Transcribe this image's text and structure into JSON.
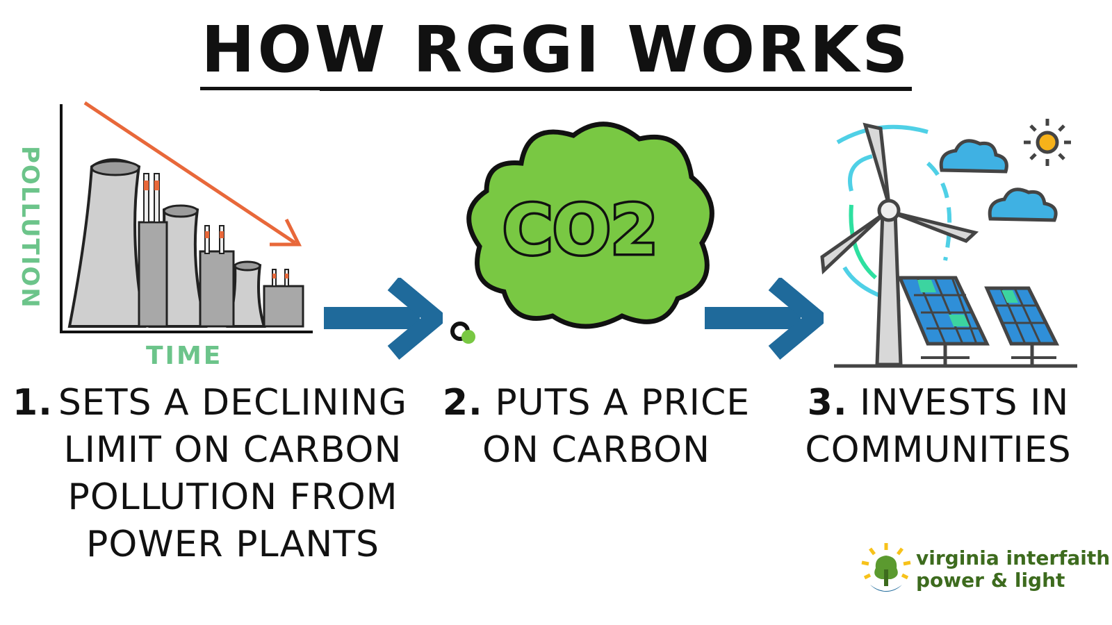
{
  "title": "HOW RGGI WORKS",
  "steps": [
    {
      "number": "1.",
      "text": "SETS A DECLINING LIMIT ON CARBON POLLUTION FROM POWER PLANTS"
    },
    {
      "number": "2.",
      "text": "PUTS A PRICE ON CARBON"
    },
    {
      "number": "3.",
      "text": "INVESTS IN COMMUNITIES"
    }
  ],
  "graphic1": {
    "y_label": "POLLUTION",
    "x_label": "TIME"
  },
  "graphic2": {
    "cloud_text": "CO2"
  },
  "logo": {
    "line1": "virginia interfaith",
    "line2": "power & light"
  },
  "colors": {
    "arrow": "#1f6a9b",
    "trend_arrow": "#e8683a",
    "axis_labels": "#6cc48a",
    "cloud": "#79c843",
    "logo_green": "#3d6b1e",
    "solar_blue": "#2f8fd8",
    "cloud_icon": "#3fb1e3"
  }
}
